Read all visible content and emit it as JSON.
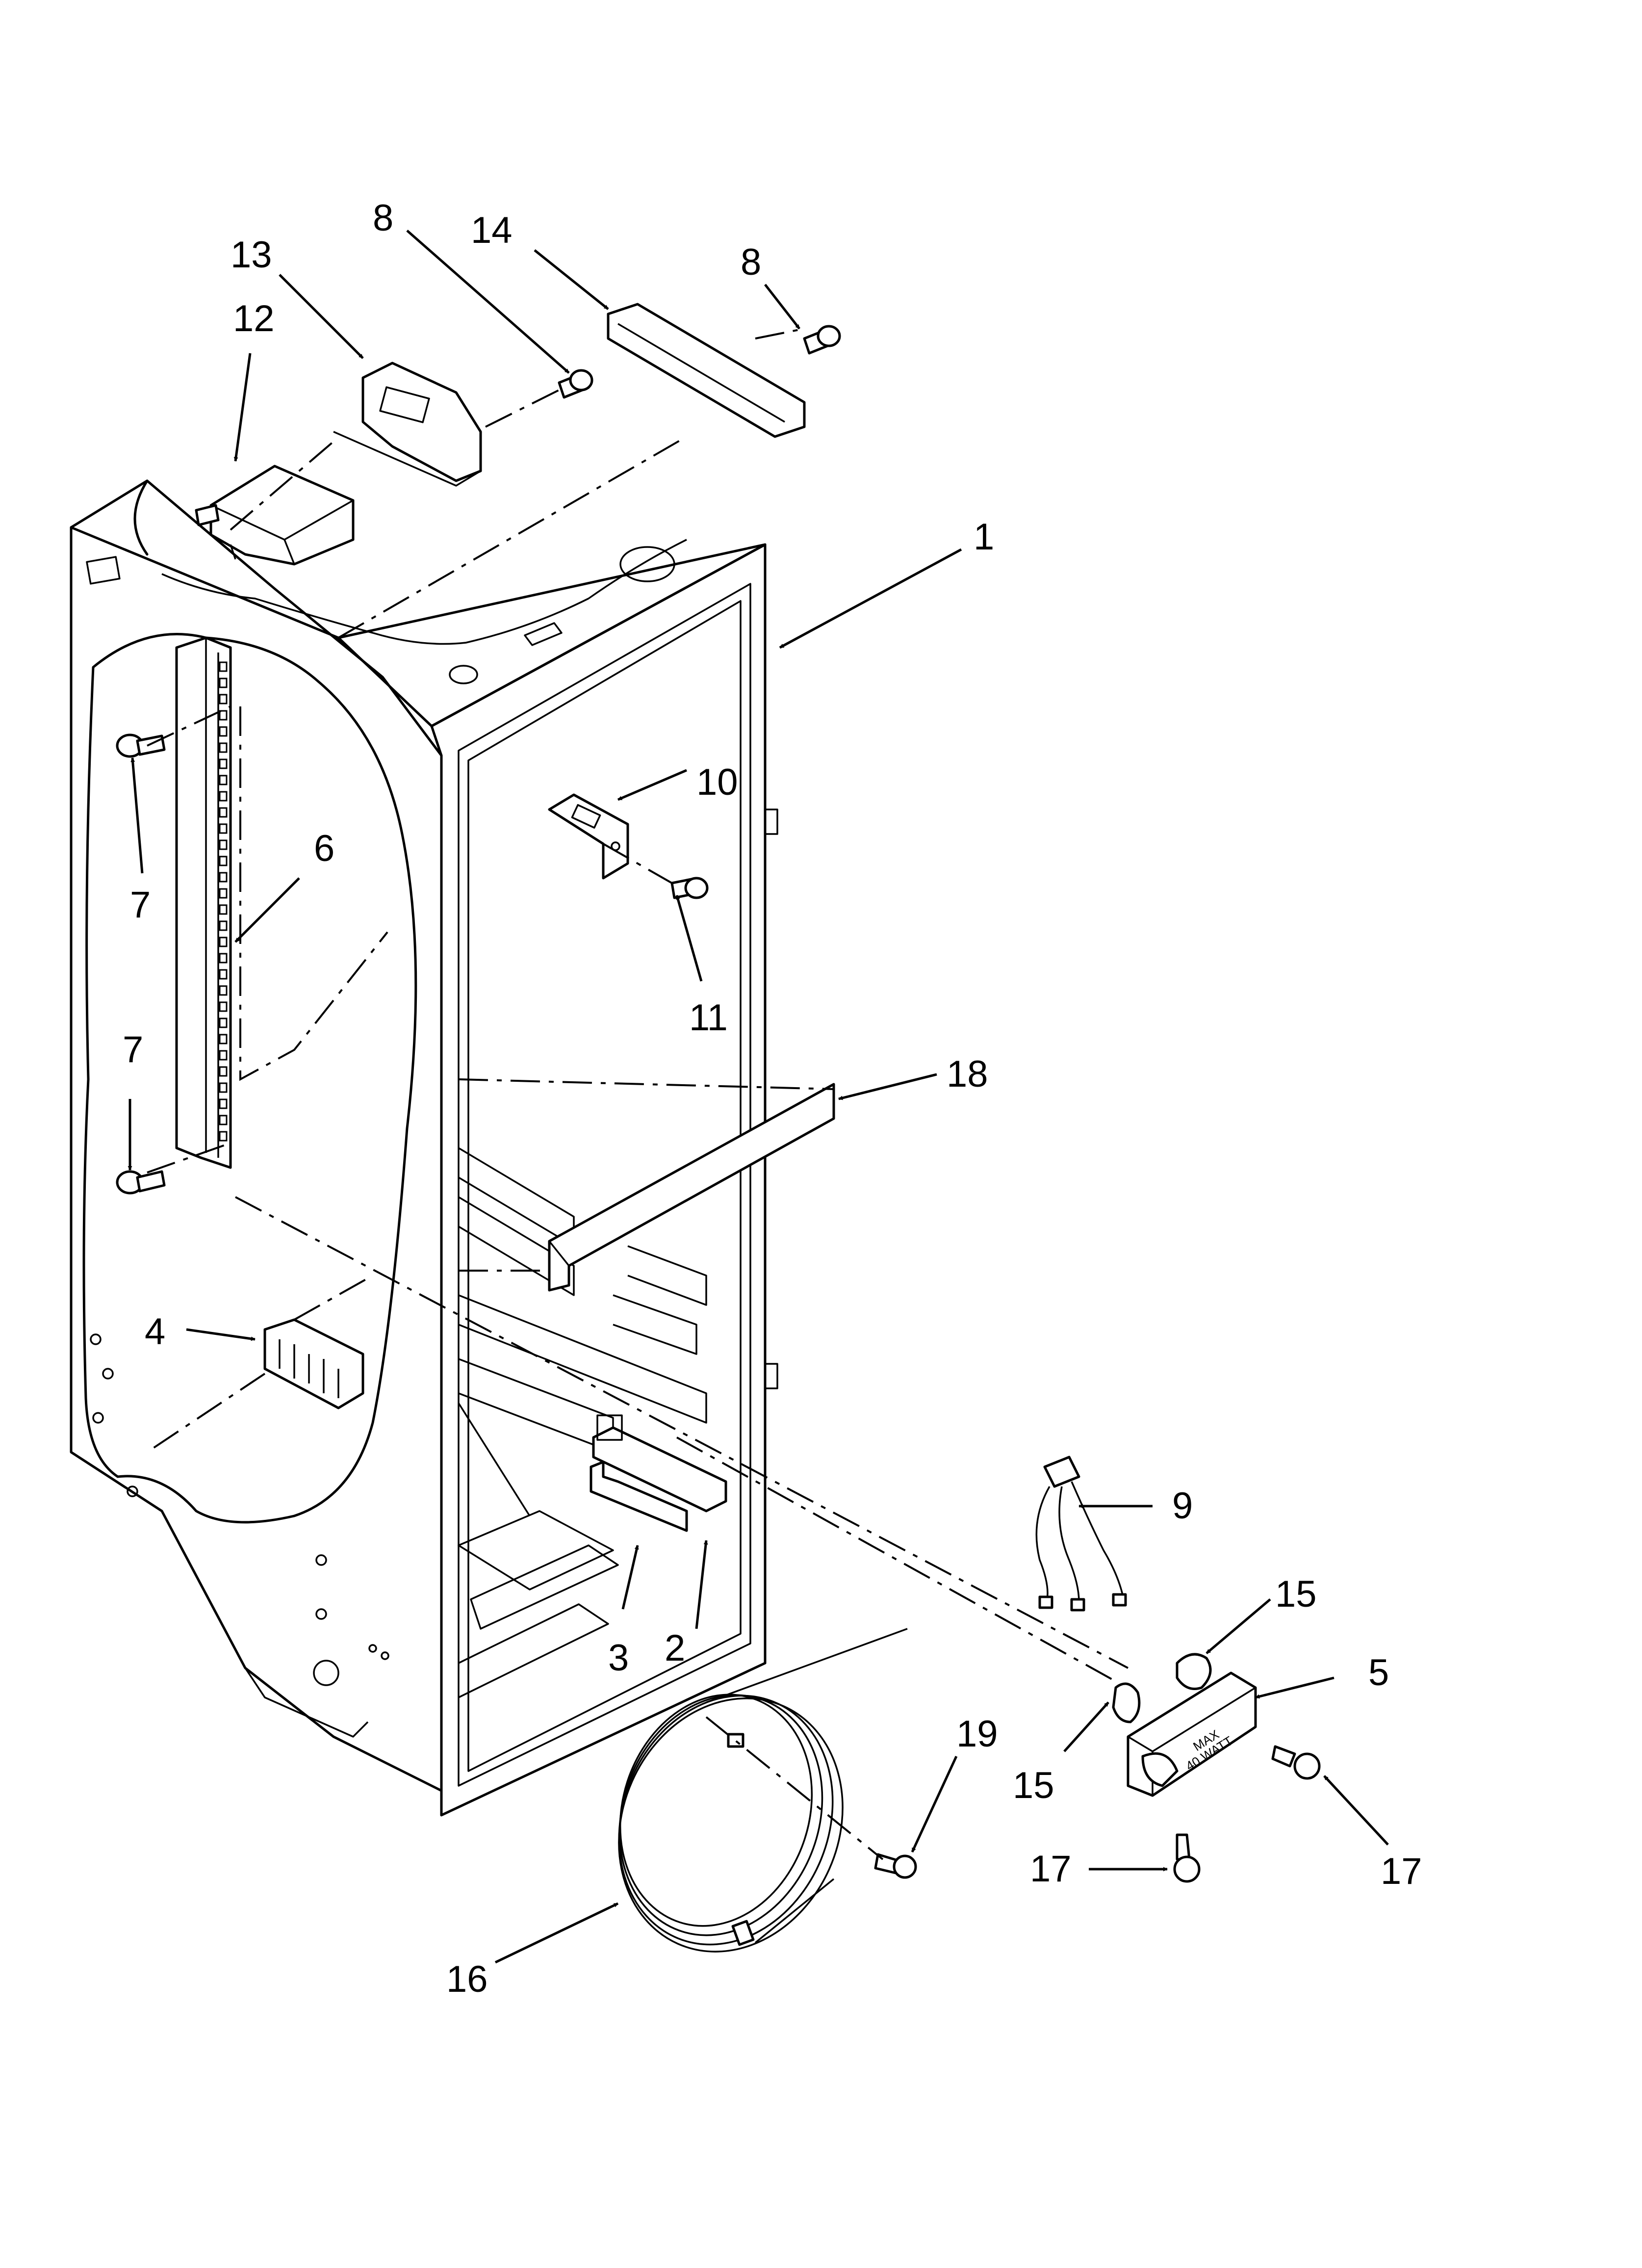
{
  "diagram": {
    "callouts": [
      {
        "id": "c1",
        "text": "1"
      },
      {
        "id": "c2",
        "text": "2"
      },
      {
        "id": "c3",
        "text": "3"
      },
      {
        "id": "c4",
        "text": "4"
      },
      {
        "id": "c5",
        "text": "5"
      },
      {
        "id": "c6",
        "text": "6"
      },
      {
        "id": "c7a",
        "text": "7"
      },
      {
        "id": "c7b",
        "text": "7"
      },
      {
        "id": "c8a",
        "text": "8"
      },
      {
        "id": "c8b",
        "text": "8"
      },
      {
        "id": "c9",
        "text": "9"
      },
      {
        "id": "c10",
        "text": "10"
      },
      {
        "id": "c11",
        "text": "11"
      },
      {
        "id": "c12",
        "text": "12"
      },
      {
        "id": "c13",
        "text": "13"
      },
      {
        "id": "c14",
        "text": "14"
      },
      {
        "id": "c15a",
        "text": "15"
      },
      {
        "id": "c15b",
        "text": "15"
      },
      {
        "id": "c16",
        "text": "16"
      },
      {
        "id": "c17a",
        "text": "17"
      },
      {
        "id": "c17b",
        "text": "17"
      },
      {
        "id": "c18",
        "text": "18"
      },
      {
        "id": "c19",
        "text": "19"
      }
    ],
    "lamp_socket_marking": {
      "line1": "MAX",
      "line2": "40 WATT"
    }
  }
}
